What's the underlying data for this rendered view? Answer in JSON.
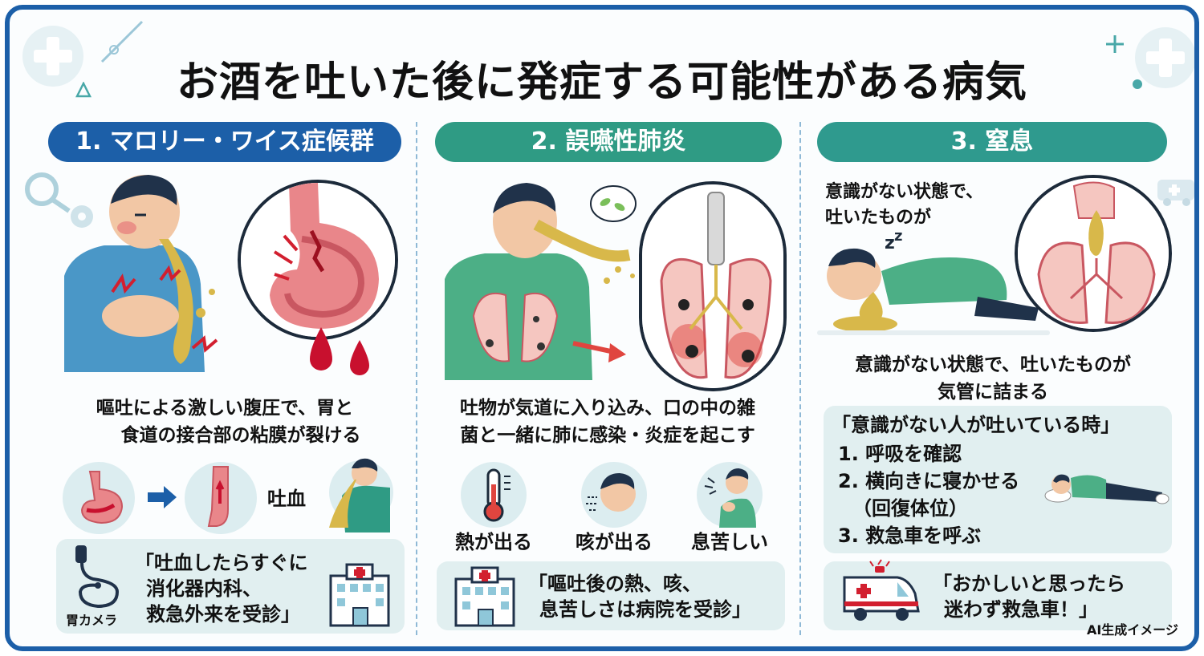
{
  "title": "お酒を吐いた後に発症する可能性がある病気",
  "credit": "AI生成イメージ",
  "colors": {
    "frame": "#1c5fa8",
    "blue_pill": "#1c5fa8",
    "teal_pill": "#2f9b84",
    "box_bg": "#e1eff0",
    "blood": "#c8102e",
    "vomit": "#d8b84a"
  },
  "sections": [
    {
      "heading": "1. マロリー・ワイス症候群",
      "desc_line1": "嘔吐による激しい腹圧で、胃と",
      "desc_line2": "食道の接合部の粘膜が裂ける",
      "flow_label": "吐血",
      "camera_label": "胃カメラ",
      "advice_line1": "「吐血したらすぐに",
      "advice_line2": "消化器内科、",
      "advice_line3": "救急外来を受診」"
    },
    {
      "heading": "2. 誤嚥性肺炎",
      "desc_line1": "吐物が気道に入り込み、口の中の雑",
      "desc_line2": "菌と一緒に肺に感染・炎症を起こす",
      "symptoms": [
        "熱が出る",
        "咳が出る",
        "息苦しい"
      ],
      "advice_line1": "「嘔吐後の熱、咳、",
      "advice_line2": "息苦しさは病院を受診」"
    },
    {
      "heading": "3. 窒息",
      "scene_line1": "意識がない状態で、",
      "scene_line2": "吐いたものが",
      "desc_line1": "意識がない状態で、吐いたものが",
      "desc_line2": "気管に詰まる",
      "steps_title": "「意識がない人が吐いている時」",
      "steps": [
        "1. 呼吸を確認",
        "2. 横向きに寝かせる",
        "（回復体位）",
        "3. 救急車を呼ぶ"
      ],
      "advice_line1": "「おかしいと思ったら",
      "advice_line2": "迷わず救急車！」"
    }
  ]
}
